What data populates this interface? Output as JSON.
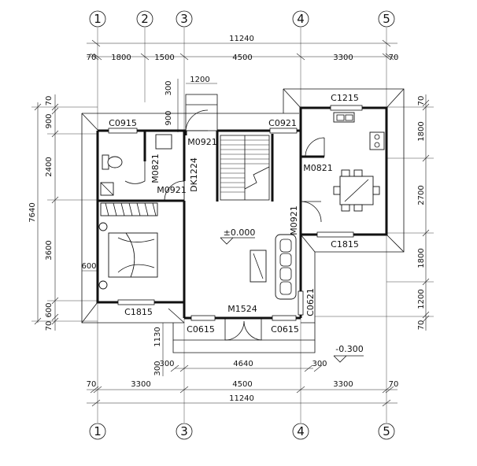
{
  "axes": {
    "top": [
      "1",
      "2",
      "3",
      "4",
      "5"
    ],
    "bottom": [
      "1",
      "3",
      "4",
      "5"
    ]
  },
  "dims": {
    "top_total": "11240",
    "top_segments": [
      "70",
      "1800",
      "1500",
      "4500",
      "3300",
      "70"
    ],
    "bottom_segments": [
      "70",
      "3300",
      "4500",
      "3300",
      "70"
    ],
    "bottom_total": "11240",
    "steps_inner": [
      "300",
      "4640",
      "300"
    ],
    "porch_depth": "1130",
    "step_depth": "300",
    "left_total": "7640",
    "left_segments": [
      "70",
      "900",
      "2400",
      "3600",
      "600",
      "70"
    ],
    "right_segments": [
      "70",
      "1800",
      "2700",
      "1800",
      "1200",
      "70"
    ],
    "protrude_width": "1200",
    "protrude_depth": "300",
    "protrude_900": "900",
    "sill_600": "600"
  },
  "labels": {
    "c0915": "C0915",
    "c0921": "C0921",
    "c1215": "C1215",
    "m0921_top": "M0921",
    "m0821_bath": "M0821",
    "m0921_bed": "M0921",
    "dk1224": "DK1224",
    "m0821_kitchen": "M0821",
    "m0921_living": "M0921",
    "level_main": "±0.000",
    "level_out": "-0.300",
    "c1815_right": "C1815",
    "c1815_left": "C1815",
    "m1524": "M1524",
    "c0615_left": "C0615",
    "c0615_right": "C0615",
    "c0621": "C0621"
  }
}
